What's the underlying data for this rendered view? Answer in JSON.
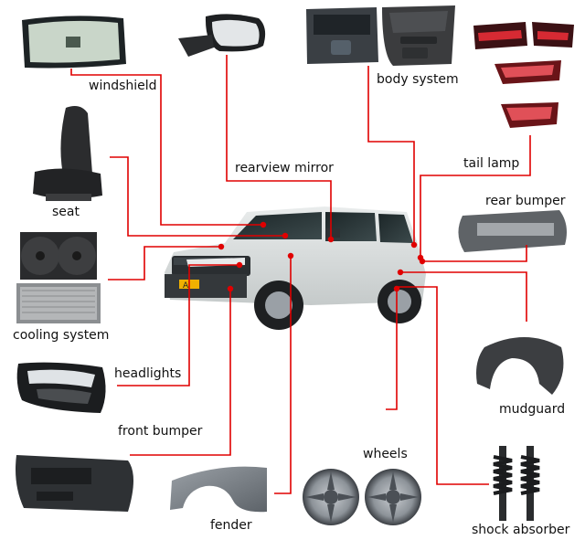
{
  "diagram": {
    "leader_color": "#e00000",
    "labels": {
      "windshield": "windshield",
      "rearview_mirror": "rearview mirror",
      "body_system": "body system",
      "tail_lamp": "tail lamp",
      "rear_bumper": "rear bumper",
      "seat": "seat",
      "cooling_system": "cooling system",
      "headlights": "headlights",
      "front_bumper": "front bumper",
      "fender": "fender",
      "wheels": "wheels",
      "mudguard": "mudguard",
      "shock_absorber": "shock absorber"
    },
    "vehicle_badge": "A"
  }
}
